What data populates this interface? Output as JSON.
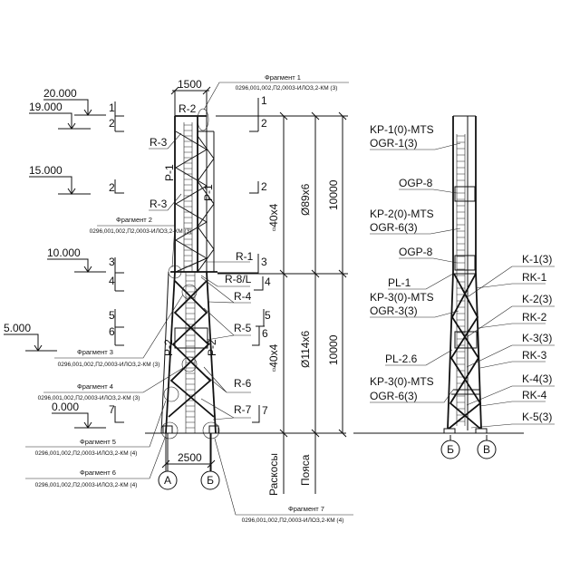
{
  "drawing": {
    "levels": [
      "20.000",
      "19.000",
      "15.000",
      "10.000",
      "5.000",
      "0.000"
    ],
    "section_marks": [
      "1",
      "2",
      "2",
      "3",
      "4",
      "5",
      "6",
      "7"
    ],
    "section_marks_right": [
      "1",
      "2",
      "2",
      "3",
      "4",
      "5",
      "6",
      "7"
    ],
    "dim_top_width": "1500",
    "dim_base_width": "2500",
    "axes_left": [
      "А",
      "Б"
    ],
    "axes_right": [
      "Б",
      "В"
    ],
    "left_labels": {
      "r2": "R-2",
      "r3a": "R-3",
      "r3b": "R-3",
      "p1a": "P-1",
      "p1b": "P-1",
      "r1": "R-1",
      "r8": "R-8/L",
      "r4": "R-4",
      "r5": "R-5",
      "r6": "R-6",
      "r7": "R-7",
      "p2a": "P-2",
      "p2b": "P-2"
    },
    "fragments": [
      {
        "title": "Фрагмент 1",
        "ref": "0296,001,002,П2,0003-ИЛОЗ,2-КМ (3)"
      },
      {
        "title": "Фрагмент 2",
        "ref": "0296,001,002,П2,0003-ИЛОЗ,2-КМ (3)"
      },
      {
        "title": "Фрагмент 3",
        "ref": "0296,001,002,П2,0003-ИЛОЗ,2-КМ (3)"
      },
      {
        "title": "Фрагмент 4",
        "ref": "0296,001,002,П2,0003-ИЛОЗ,2-КМ (3)"
      },
      {
        "title": "Фрагмент 5",
        "ref": "0296,001,002,П2,0003-ИЛОЗ,2-КМ (4)"
      },
      {
        "title": "Фрагмент 6",
        "ref": "0296,001,002,П2,0003-ИЛОЗ,2-КМ (4)"
      },
      {
        "title": "Фрагмент 7",
        "ref": "0296,001,002,П2,0003-ИЛОЗ,2-КМ (4)"
      }
    ],
    "dims": {
      "upper_brace": "▫40x4",
      "upper_chord": "Ø89x6",
      "upper_len": "10000",
      "lower_brace": "▫40x4",
      "lower_chord": "Ø114x6",
      "lower_len": "10000",
      "col_braces": "Раскосы",
      "col_chords": "Пояса"
    },
    "right_labels_left": [
      "KP-1(0)-MTS",
      "OGR-1(3)",
      "OGP-8",
      "KP-2(0)-MTS",
      "OGR-6(3)",
      "OGP-8",
      "PL-1",
      "KP-3(0)-MTS",
      "OGR-3(3)",
      "PL-2.6",
      "KP-3(0)-MTS",
      "OGR-6(3)"
    ],
    "right_labels_right": [
      "K-1(3)",
      "RK-1",
      "K-2(3)",
      "RK-2",
      "K-3(3)",
      "RK-3",
      "K-4(3)",
      "RK-4",
      "K-5(3)"
    ]
  }
}
